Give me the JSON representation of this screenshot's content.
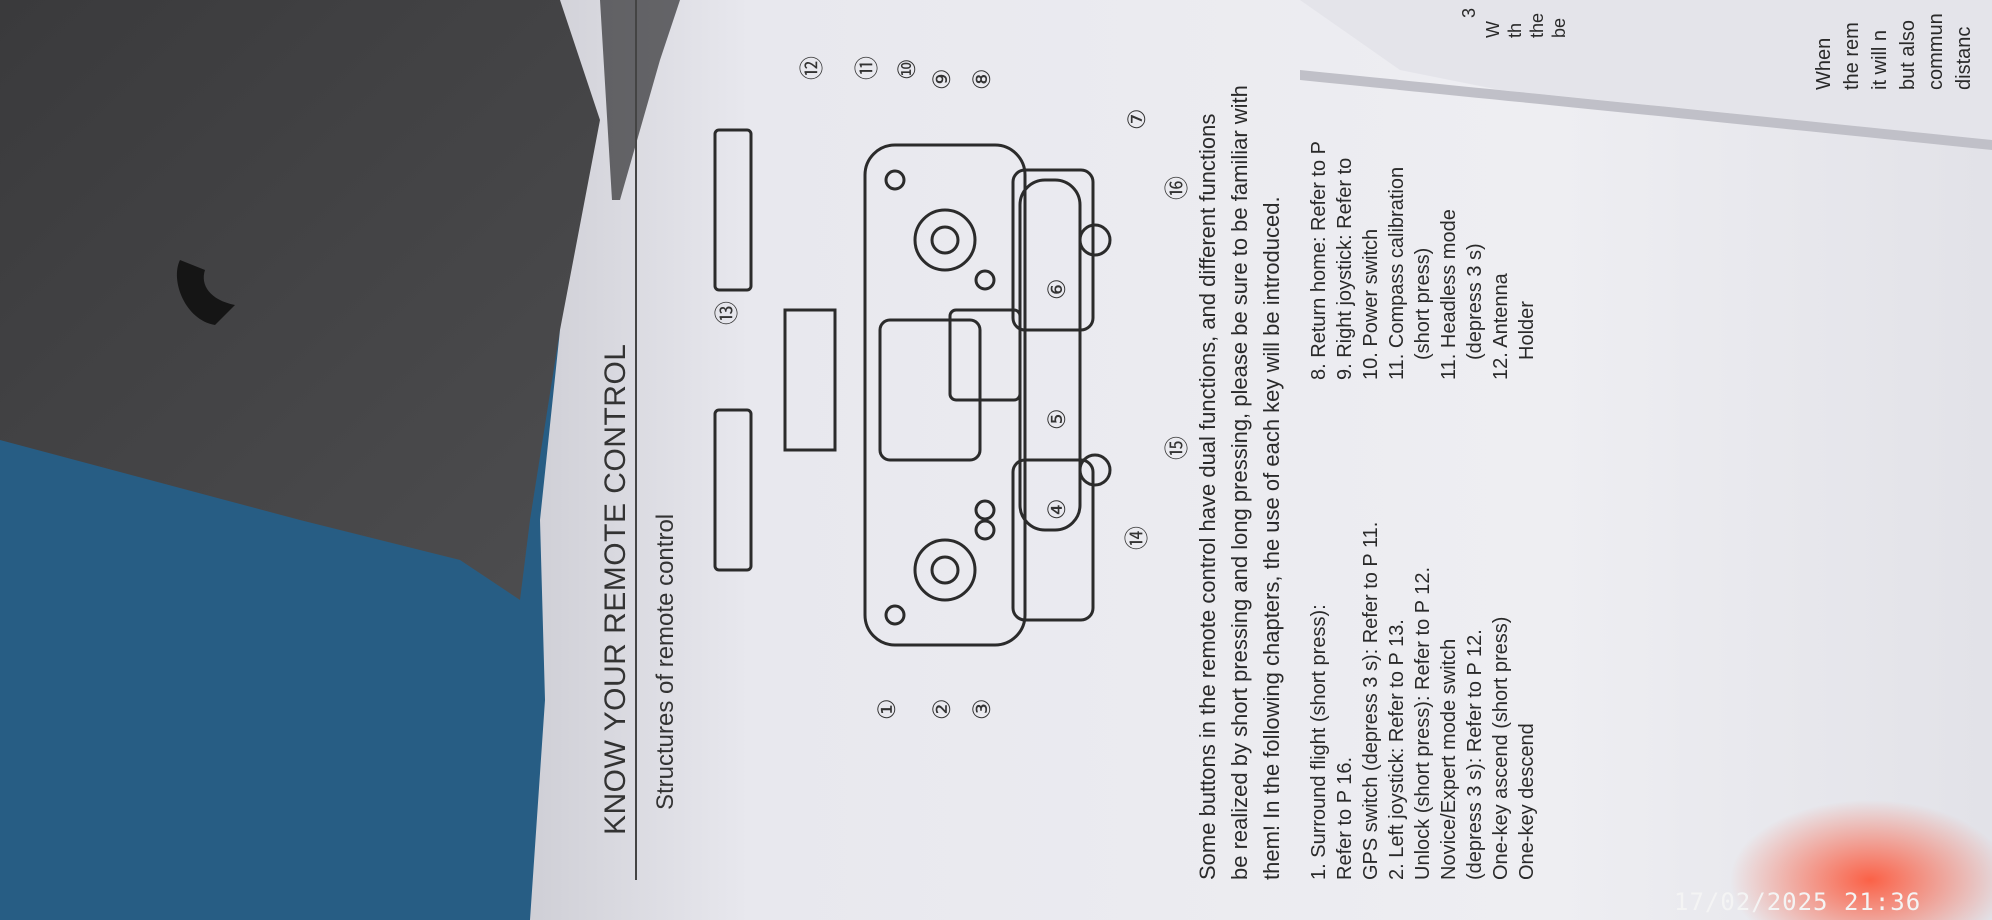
{
  "manual": {
    "heading": "KNOW YOUR REMOTE CONTROL",
    "subheading": "Structures of remote control",
    "callouts": [
      "①",
      "②",
      "③",
      "④",
      "⑤",
      "⑥",
      "⑦",
      "⑧",
      "⑨",
      "⑩",
      "⑪",
      "⑫",
      "⑬",
      "⑭",
      "⑮",
      "⑯"
    ],
    "intro": [
      "Some buttons in the remote control have dual functions, and different functions",
      "be realized by short pressing and long pressing, please be sure to be familiar with",
      "them! In the following chapters, the use of each key will be introduced."
    ],
    "list_left": [
      "1. Surround flight (short press):",
      "Refer to P 16.",
      "GPS switch (depress 3 s): Refer to P 11.",
      "2. Left joystick: Refer to P 13.",
      "Unlock (short press): Refer to P 12.",
      "Novice/Expert mode switch",
      "(depress 3 s): Refer to P 12.",
      "One-key ascend (short press)",
      "One-key descend"
    ],
    "list_right": [
      "8. Return home: Refer to P",
      "9. Right joystick: Refer to",
      "10. Power switch",
      "11. Compass calibration",
      "(short press)",
      "11. Headless mode",
      "(depress 3 s)",
      "12. Antenna",
      "Holder"
    ],
    "right_page": [
      "When",
      "the rem",
      "it will n",
      "but also",
      "commun",
      "distanc"
    ],
    "top_right": [
      "3",
      "W",
      "th",
      "the",
      "be"
    ]
  },
  "timestamp": "17/02/2025 21:36"
}
